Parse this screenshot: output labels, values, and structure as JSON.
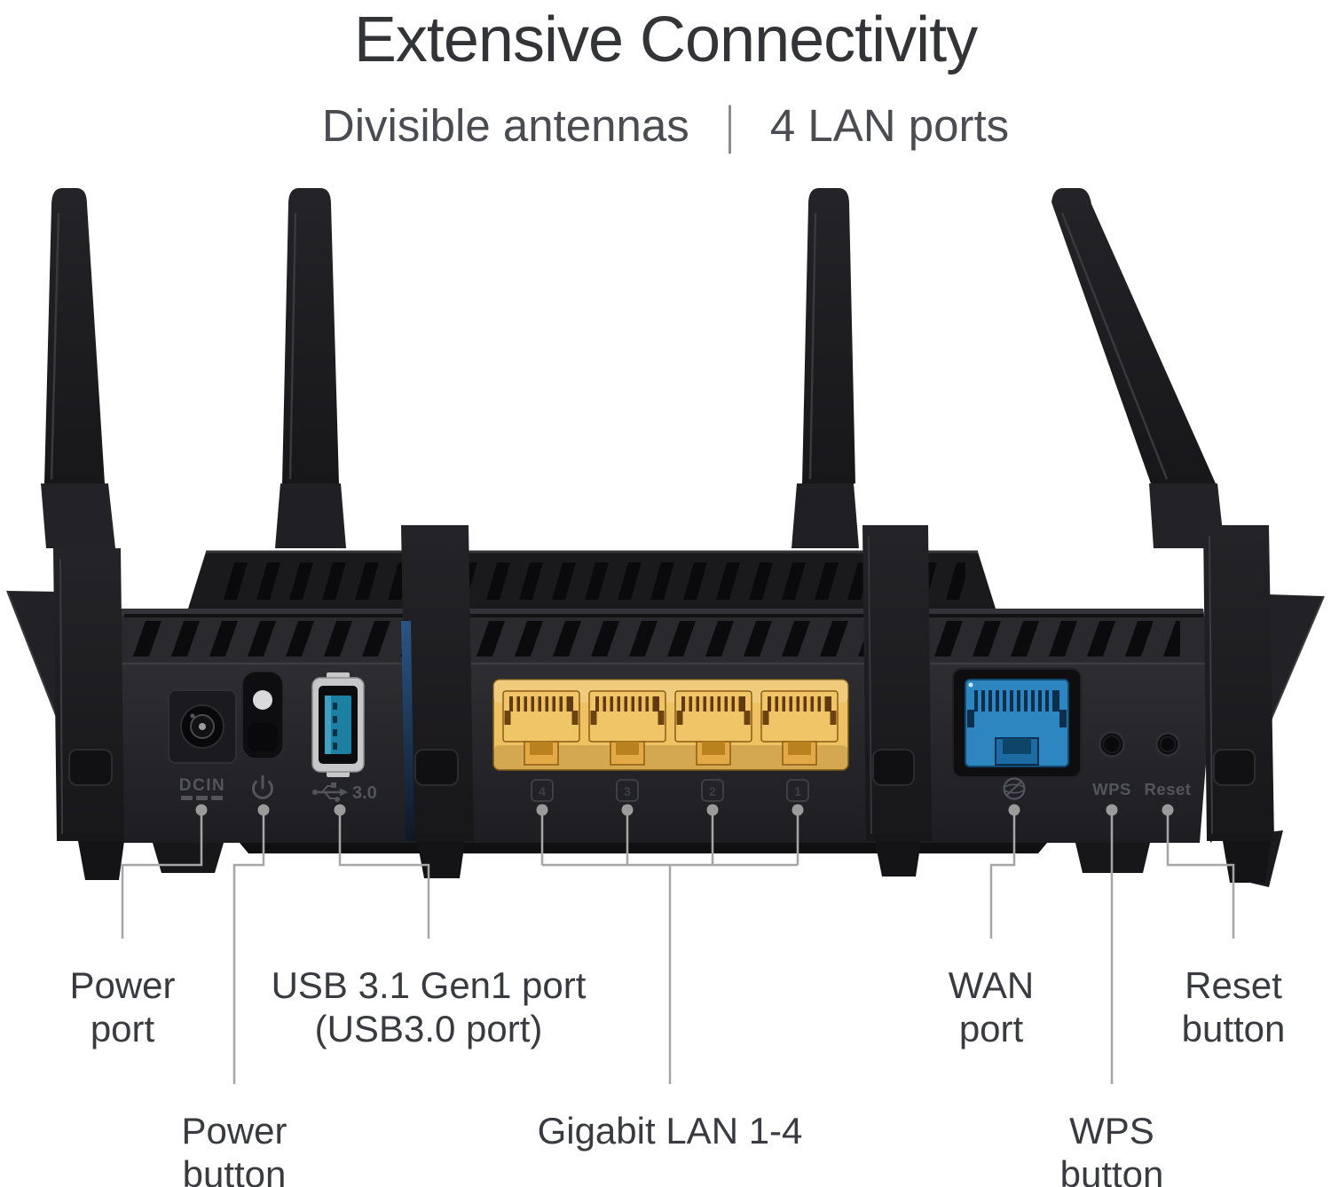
{
  "header": {
    "title": "Extensive Connectivity",
    "subtitle_left": "Divisible antennas",
    "separator": "|",
    "subtitle_right": "4 LAN ports"
  },
  "device": {
    "name": "wireless-router-rear-panel",
    "port_markings": {
      "dc_label": "DCIN",
      "usb_label": "3.0",
      "wps_label": "WPS",
      "reset_label": "Reset",
      "lan_numbers": [
        "4",
        "3",
        "2",
        "1"
      ]
    }
  },
  "callouts": {
    "power_port": {
      "line1": "Power",
      "line2": "port"
    },
    "power_button": {
      "line1": "Power",
      "line2": "button"
    },
    "usb": {
      "line1": "USB 3.1 Gen1 port",
      "line2": "(USB3.0 port)"
    },
    "lan": {
      "line1": "Gigabit LAN 1-4"
    },
    "wan": {
      "line1": "WAN",
      "line2": "port"
    },
    "wps": {
      "line1": "WPS",
      "line2": "button"
    },
    "reset": {
      "line1": "Reset",
      "line2": "button"
    }
  },
  "colors": {
    "lan_panel": "#eec263",
    "wan_port": "#2e86c1",
    "usb_tongue": "#1d7fa2",
    "body": "#26262a",
    "callout_line": "#a6a6a6"
  }
}
